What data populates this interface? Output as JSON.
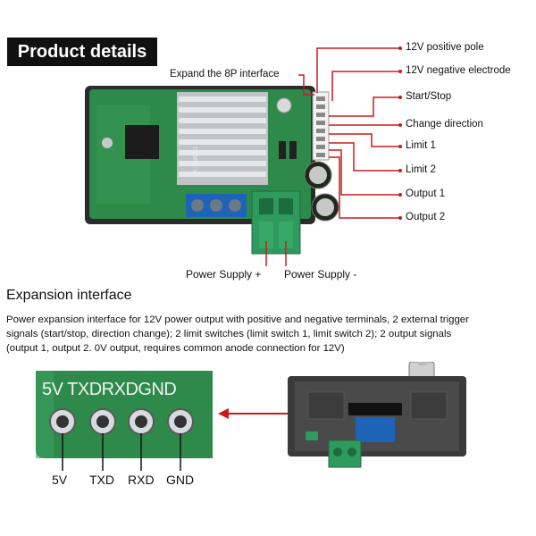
{
  "header": {
    "title": "Product details"
  },
  "board": {
    "callouts": {
      "expand_8p": "Expand the 8P interface",
      "v12_positive": "12V positive pole",
      "v12_negative": "12V negative electrode",
      "start_stop": "Start/Stop",
      "change_direction": "Change direction",
      "limit1": "Limit 1",
      "limit2": "Limit 2",
      "output1": "Output 1",
      "output2": "Output 2"
    },
    "power_plus": "Power Supply +",
    "power_minus": "Power Supply -"
  },
  "expansion": {
    "title": "Expansion interface",
    "lines": [
      "Power expansion interface for 12V power output with positive and negative terminals, 2 external trigger",
      "signals (start/stop, direction change); 2 limit switches (limit switch 1, limit switch 2); 2 output signals",
      " (output 1, output 2. 0V output, requires common anode connection for 12V)"
    ],
    "silkscreen": "5V TXDRXDGND",
    "pins": [
      "5V",
      "TXD",
      "RXD",
      "GND"
    ]
  },
  "colors": {
    "callout_red": "#cc1a1a",
    "pcb_green": "#2e8a4a",
    "title_bg": "#111111"
  }
}
